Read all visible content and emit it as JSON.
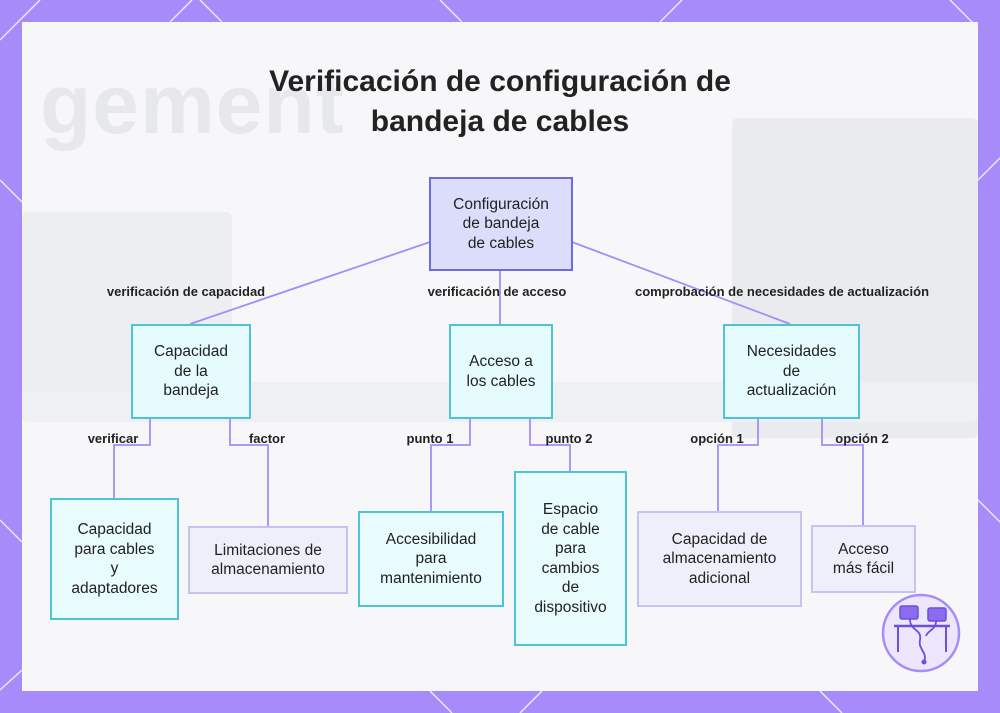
{
  "diagram": {
    "title_lines": [
      "Verificación de configuración de",
      "bandeja de cables"
    ],
    "root": {
      "label": "Configuración\nde bandeja\nde cables"
    },
    "branches": [
      {
        "edge_label": "verificación de capacidad",
        "label": "Capacidad\nde la\nbandeja",
        "children": [
          {
            "edge_label": "verificar",
            "label": "Capacidad\npara cables\ny\nadaptadores"
          },
          {
            "edge_label": "factor",
            "label": "Limitaciones de\nalmacenamiento"
          }
        ]
      },
      {
        "edge_label": "verificación de acceso",
        "label": "Acceso a\nlos cables",
        "children": [
          {
            "edge_label": "punto 1",
            "label": "Accesibilidad\npara\nmantenimiento"
          },
          {
            "edge_label": "punto 2",
            "label": "Espacio\nde cable\npara\ncambios\nde\ndispositivo"
          }
        ]
      },
      {
        "edge_label": "comprobación de necesidades de actualización",
        "label": "Necesidades\nde\nactualización",
        "children": [
          {
            "edge_label": "opción 1",
            "label": "Capacidad de\nalmacenamiento\nadicional"
          },
          {
            "edge_label": "opción 2",
            "label": "Acceso\nmás fácil"
          }
        ]
      }
    ]
  },
  "colors": {
    "frame": "#a78bfa",
    "edge": "#a78bfa",
    "root_fill": "#dcdcfb",
    "root_border": "#6c6ce0",
    "teal_border": "#4cc4d6",
    "teal_fill": "#e5fbfd",
    "lavender_border": "#c4c4ef"
  },
  "icons": {
    "logo": "desk-workstation-icon"
  }
}
